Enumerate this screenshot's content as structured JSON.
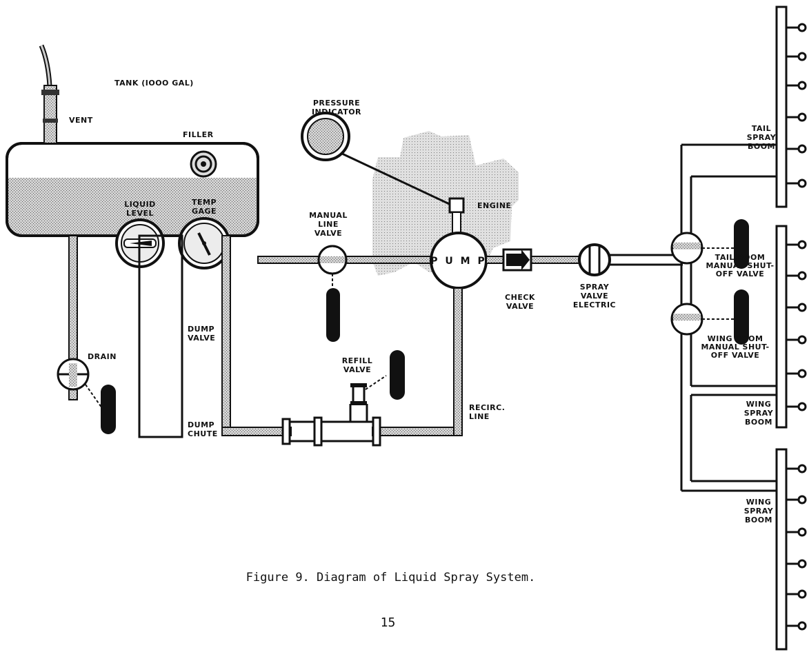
{
  "diagram": {
    "labels": {
      "tank": "TANK (IOOO GAL)",
      "vent": "VENT",
      "filler": "FILLER",
      "liquid_level": [
        "LIQUID",
        "LEVEL"
      ],
      "temp_gage": [
        "TEMP",
        "GAGE"
      ],
      "pressure_indicator": [
        "PRESSURE",
        "INDICATOR"
      ],
      "manual_line_valve": [
        "MANUAL",
        "LINE",
        "VALVE"
      ],
      "engine": "ENGINE",
      "pump": "P U M P",
      "check_valve": [
        "CHECK",
        "VALVE"
      ],
      "spray_valve": [
        "SPRAY",
        "VALVE",
        "ELECTRIC"
      ],
      "tail_spray_boom": [
        "TAIL",
        "SPRAY",
        "BOOM"
      ],
      "tail_boom_valve": [
        "TAIL BOOM",
        "MANUAL SHUT-",
        "OFF VALVE"
      ],
      "wing_boom_valve": [
        "WING BOOM",
        "MANUAL SHUT-",
        "OFF VALVE"
      ],
      "wing_spray_boom_1": [
        "WING",
        "SPRAY",
        "BOOM"
      ],
      "wing_spray_boom_2": [
        "WING",
        "SPRAY",
        "BOOM"
      ],
      "drain": "DRAIN",
      "dump_valve": [
        "DUMP",
        "VALVE"
      ],
      "dump_chute": [
        "DUMP",
        "CHUTE"
      ],
      "refill_valve": [
        "REFILL",
        "VALVE"
      ],
      "recirc_line": [
        "RECIRC.",
        "LINE"
      ]
    }
  },
  "caption": "Figure 9.  Diagram of Liquid Spray System.",
  "page_number": "15"
}
